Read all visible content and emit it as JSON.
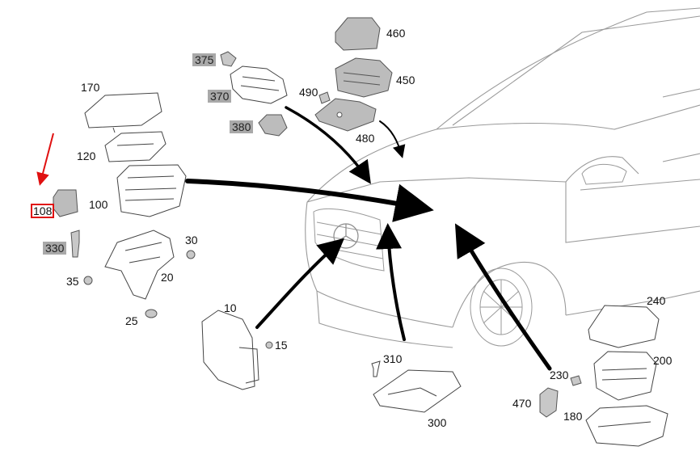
{
  "diagram": {
    "colors": {
      "part_fill": "#bcbcbc",
      "part_stroke": "#555555",
      "outline": "#9a9a9a",
      "arrow": "#000000",
      "highlight": "#e01010",
      "label_shade": "#a9a9a9"
    },
    "labels": {
      "p460": "460",
      "p375": "375",
      "p450": "450",
      "p370": "370",
      "p490": "490",
      "p380": "380",
      "p480": "480",
      "p170": "170",
      "p120": "120",
      "p108": "108",
      "p100": "100",
      "p330": "330",
      "p30": "30",
      "p35": "35",
      "p20": "20",
      "p25": "25",
      "p10": "10",
      "p15": "15",
      "p310": "310",
      "p300": "300",
      "p240": "240",
      "p200": "200",
      "p230": "230",
      "p470": "470",
      "p180": "180"
    }
  }
}
